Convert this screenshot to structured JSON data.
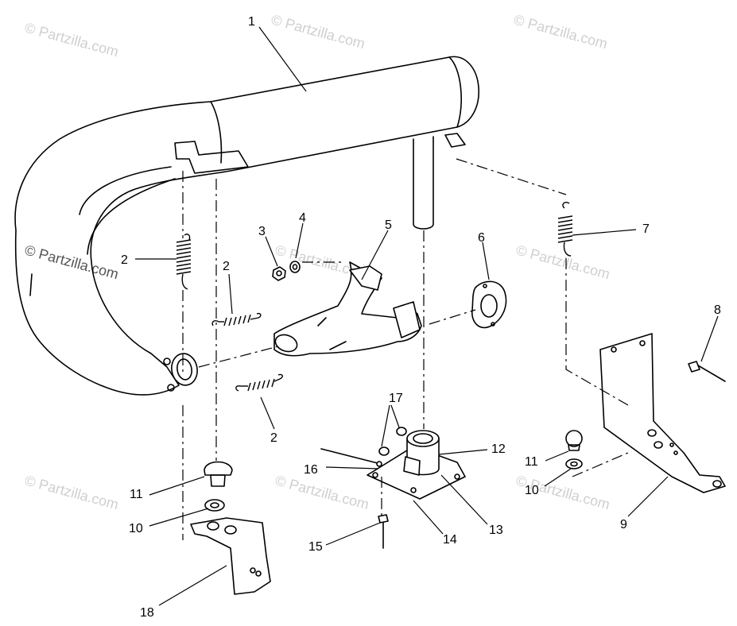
{
  "watermark": {
    "text": "© Partzilla.com"
  },
  "callouts": {
    "c1": "1",
    "c2a": "2",
    "c2b": "2",
    "c2c": "2",
    "c3": "3",
    "c4": "4",
    "c5": "5",
    "c6": "6",
    "c7": "7",
    "c8": "8",
    "c9": "9",
    "c10a": "10",
    "c10b": "10",
    "c11a": "11",
    "c11b": "11",
    "c12": "12",
    "c13": "13",
    "c14": "14",
    "c15": "15",
    "c16": "16",
    "c17": "17",
    "c18": "18"
  }
}
